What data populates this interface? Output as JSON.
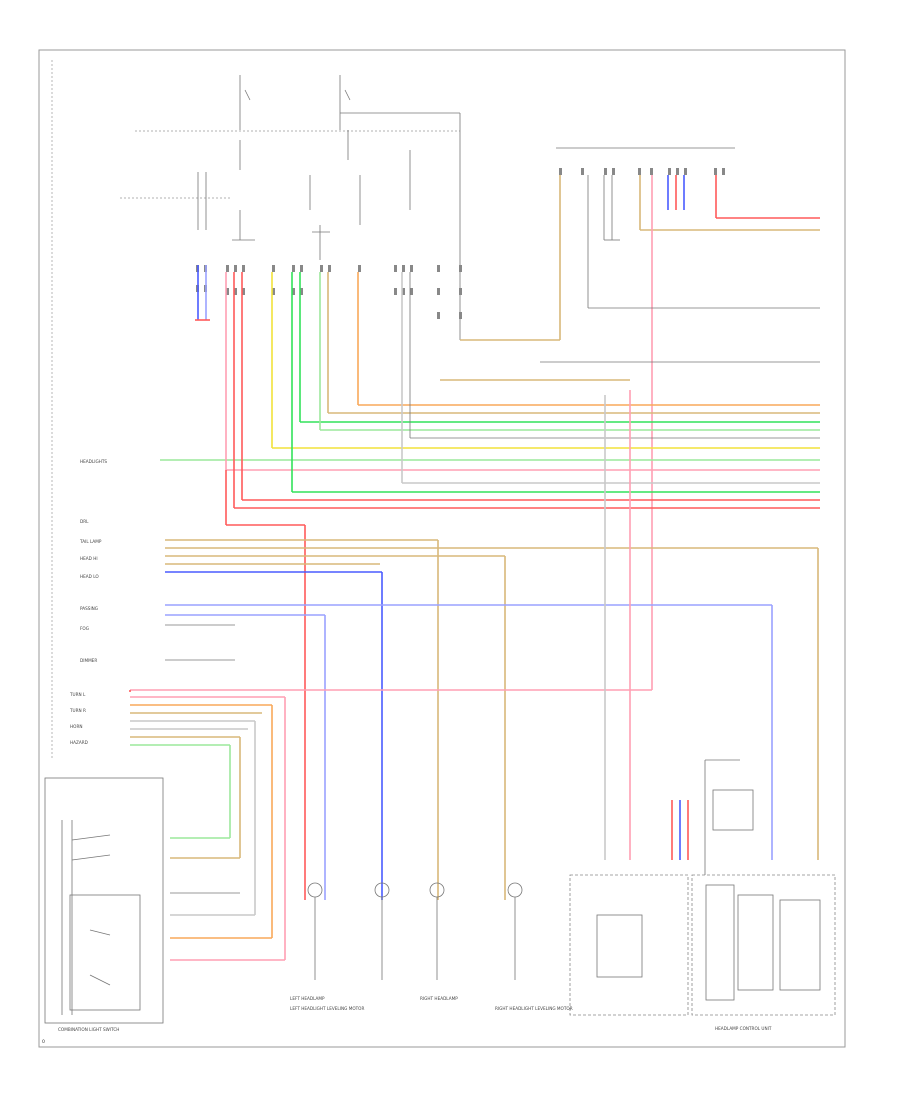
{
  "diagram": {
    "footer_label": "0",
    "left_labels": [
      "HEADLIGHTS",
      "DRL",
      "TAIL LAMP",
      "HEAD HI",
      "HEAD LO",
      "PASSING",
      "FOG",
      "DIMMER",
      "TURN L",
      "TURN R",
      "HORN",
      "HAZARD"
    ],
    "bottom_labels": [
      "LEFT HEADLAMP",
      "RIGHT HEADLAMP",
      "LEFT HEADLIGHT LEVELING MOTOR",
      "RIGHT HEADLIGHT LEVELING MOTOR",
      "HEADLAMP CONTROL UNIT",
      "COMBINATION LIGHT SWITCH"
    ]
  }
}
